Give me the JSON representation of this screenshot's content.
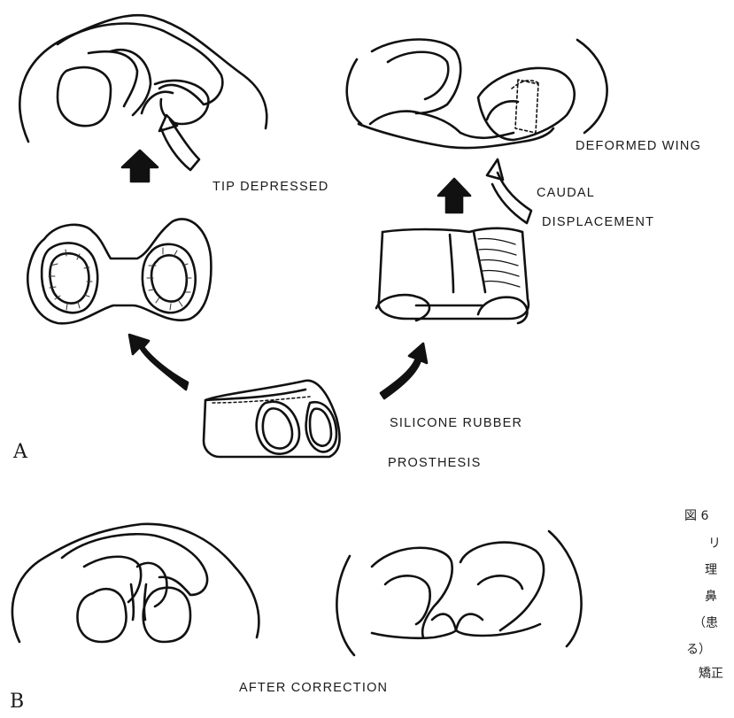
{
  "labels": {
    "tip_depressed": "TIP DEPRESSED",
    "deformed_wing": "DEFORMED WING",
    "caudal": "CAUDAL",
    "displacement": "DISPLACEMENT",
    "silicone_rubber": "SILICONE RUBBER",
    "prosthesis": "PROSTHESIS",
    "after_correction": "AFTER CORRECTION"
  },
  "panels": {
    "a": "A",
    "b": "B"
  },
  "caption": {
    "figure_no": "図 6",
    "lines": [
      "リ",
      "理",
      "鼻",
      "（患",
      "る）",
      "矯正"
    ]
  },
  "colors": {
    "ink": "#111111",
    "background": "#ffffff"
  }
}
